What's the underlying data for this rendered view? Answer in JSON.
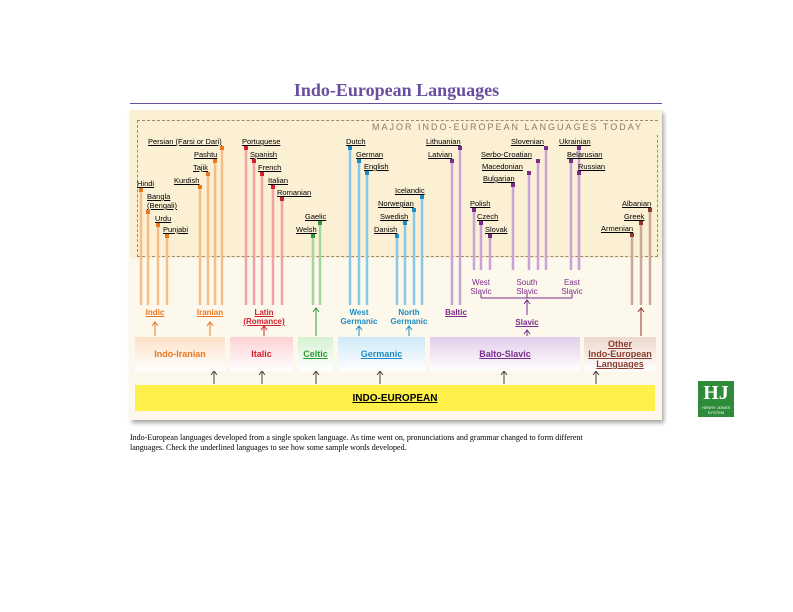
{
  "title": "Indo-European Languages",
  "section_label": "MAJOR INDO-EUROPEAN LANGUAGES TODAY",
  "root": "INDO-EUROPEAN",
  "families": [
    {
      "id": "indo-iranian",
      "label": "Indo-Iranian",
      "color": "#e87820",
      "bg": "#fde0c8",
      "underline": false
    },
    {
      "id": "italic",
      "label": "Italic",
      "color": "#d0202e",
      "bg": "#fcd2d4",
      "underline": false
    },
    {
      "id": "celtic",
      "label": "Celtic",
      "color": "#2e9a3a",
      "bg": "#d6f0d0",
      "underline": true
    },
    {
      "id": "germanic",
      "label": "Germanic",
      "color": "#1d8cc0",
      "bg": "#cfe9f7",
      "underline": true
    },
    {
      "id": "balto-slavic",
      "label": "Balto-Slavic",
      "color": "#7a2c8c",
      "bg": "#e2cdea",
      "underline": true
    },
    {
      "id": "other",
      "label": "Other\nIndo-European\nLanguages",
      "color": "#8c3a2a",
      "bg": "#ecd8cc",
      "underline": true
    }
  ],
  "subgroups": [
    {
      "id": "indic",
      "label": "Indic",
      "color": "#e87820",
      "underline": true
    },
    {
      "id": "iranian",
      "label": "Iranian",
      "color": "#e87820",
      "underline": true
    },
    {
      "id": "latin",
      "label": "Latin\n(Romance)",
      "color": "#d0202e",
      "underline": true
    },
    {
      "id": "west-germanic",
      "label": "West\nGermanic",
      "color": "#1d8cc0",
      "underline": false
    },
    {
      "id": "north-germanic",
      "label": "North\nGermanic",
      "color": "#1d8cc0",
      "underline": false
    },
    {
      "id": "baltic",
      "label": "Baltic",
      "color": "#7a2c8c",
      "underline": true
    },
    {
      "id": "slavic",
      "label": "Slavic",
      "color": "#7a2c8c",
      "underline": true
    }
  ],
  "slavic_branches": [
    {
      "id": "west-slavic",
      "label": "West\nSlavic"
    },
    {
      "id": "south-slavic",
      "label": "South\nSlavic"
    },
    {
      "id": "east-slavic",
      "label": "East\nSlavic"
    }
  ],
  "languages": [
    {
      "id": "persian",
      "label": "Persian (Farsi or Dari)",
      "underline": true
    },
    {
      "id": "pashtu",
      "label": "Pashtu",
      "underline": true
    },
    {
      "id": "tajik",
      "label": "Tajik",
      "underline": true
    },
    {
      "id": "kurdish",
      "label": "Kurdish",
      "underline": true
    },
    {
      "id": "hindi",
      "label": "Hindi",
      "underline": true
    },
    {
      "id": "bangla",
      "label": "Bangla\n(Bengali)",
      "underline": true
    },
    {
      "id": "urdu",
      "label": "Urdu",
      "underline": true
    },
    {
      "id": "punjabi",
      "label": "Punjabi",
      "underline": true
    },
    {
      "id": "portuguese",
      "label": "Portuguese",
      "underline": true
    },
    {
      "id": "spanish",
      "label": "Spanish",
      "underline": true
    },
    {
      "id": "french",
      "label": "French",
      "underline": true
    },
    {
      "id": "italian",
      "label": "Italian",
      "underline": true
    },
    {
      "id": "romanian",
      "label": "Romanian",
      "underline": true
    },
    {
      "id": "gaelic",
      "label": "Gaelic",
      "underline": true
    },
    {
      "id": "welsh",
      "label": "Welsh",
      "underline": true
    },
    {
      "id": "dutch",
      "label": "Dutch",
      "underline": true
    },
    {
      "id": "german",
      "label": "German",
      "underline": true
    },
    {
      "id": "english",
      "label": "English",
      "underline": true
    },
    {
      "id": "icelandic",
      "label": "Icelandic",
      "underline": true
    },
    {
      "id": "norwegian",
      "label": "Norwegian",
      "underline": true
    },
    {
      "id": "swedish",
      "label": "Swedish",
      "underline": true
    },
    {
      "id": "danish",
      "label": "Danish",
      "underline": true
    },
    {
      "id": "lithuanian",
      "label": "Lithuanian",
      "underline": true
    },
    {
      "id": "latvian",
      "label": "Latvian",
      "underline": true
    },
    {
      "id": "polish",
      "label": "Polish",
      "underline": true
    },
    {
      "id": "czech",
      "label": "Czech",
      "underline": true
    },
    {
      "id": "slovak",
      "label": "Slovak",
      "underline": true
    },
    {
      "id": "slovenian",
      "label": "Slovenian",
      "underline": true
    },
    {
      "id": "serbo-croatian",
      "label": "Serbo-Croatian",
      "underline": true
    },
    {
      "id": "macedonian",
      "label": "Macedonian",
      "underline": true
    },
    {
      "id": "bulgarian",
      "label": "Bulgarian",
      "underline": true
    },
    {
      "id": "ukrainian",
      "label": "Ukrainian",
      "underline": true
    },
    {
      "id": "belarusian",
      "label": "Belarusian",
      "underline": true
    },
    {
      "id": "russian",
      "label": "Russian",
      "underline": true
    },
    {
      "id": "albanian",
      "label": "Albanian",
      "underline": true
    },
    {
      "id": "greek",
      "label": "Greek",
      "underline": true
    },
    {
      "id": "armenian",
      "label": "Armenian",
      "underline": true
    }
  ],
  "logo": {
    "mark": "HJ",
    "text": "HENRY JONES\nSYSTEM"
  },
  "caption": "Indo-European languages developed from a single spoken language. As time went on, pronunciations and grammar changed to form different languages. Check the underlined languages to see how some sample words developed."
}
